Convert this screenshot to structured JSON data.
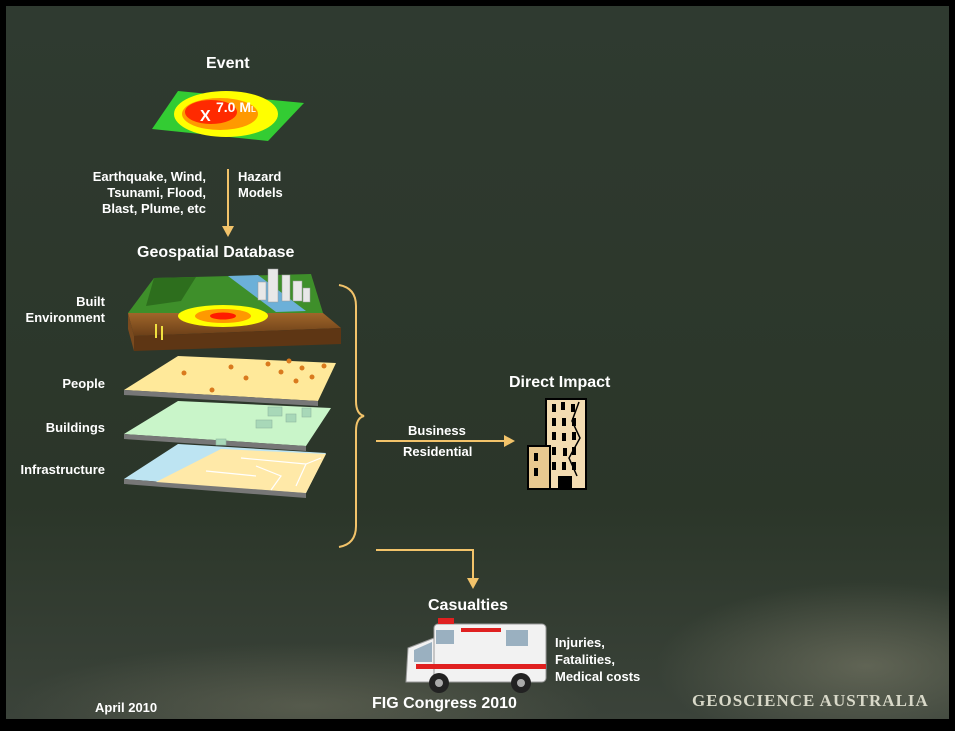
{
  "event": {
    "title": "Event",
    "marker": "X",
    "magnitude": "7.0 M",
    "magnitude_sub": "L"
  },
  "hazard": {
    "types": [
      "Earthquake, Wind,",
      "Tsunami, Flood,",
      "Blast, Plume, etc"
    ],
    "models": [
      "Hazard",
      "Models"
    ]
  },
  "database": {
    "title": "Geospatial Database",
    "layers": {
      "built_environment": [
        "Built",
        "Environment"
      ],
      "people": "People",
      "buildings": "Buildings",
      "infrastructure": "Infrastructure"
    }
  },
  "impact": {
    "title": "Direct Impact",
    "business": "Business",
    "residential": "Residential"
  },
  "casualties": {
    "title": "Casualties",
    "details": [
      "Injuries,",
      "Fatalities,",
      "Medical costs"
    ]
  },
  "footer": {
    "date": "April 2010",
    "conference": "FIG Congress 2010",
    "logo_text": "GEOSCIENCE AUSTRALIA"
  },
  "colors": {
    "arrow": "#f2c36a",
    "background": "#2e392f",
    "hazard_green": "#33cc33",
    "epicenter": "#ff2a00"
  }
}
